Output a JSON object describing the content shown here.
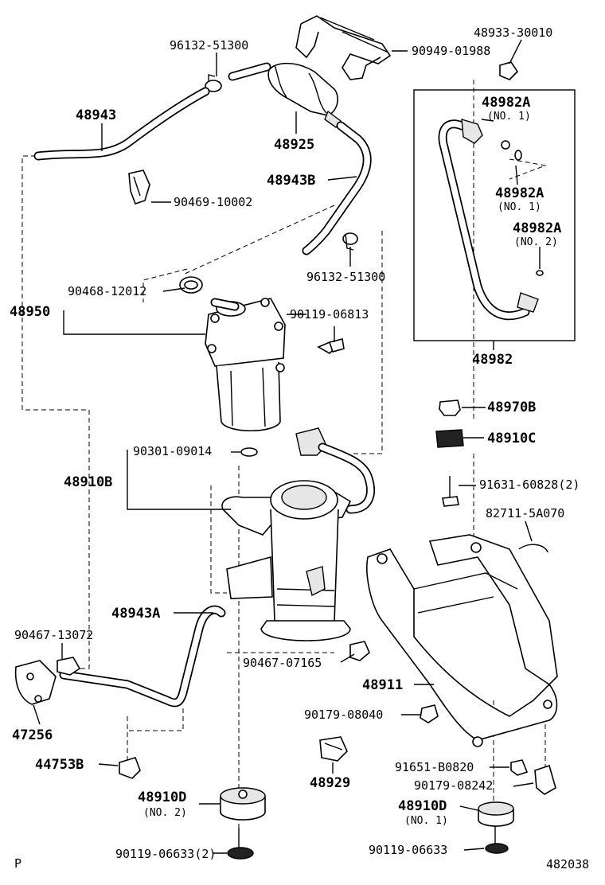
{
  "diagram": {
    "labels": {
      "p96132_51300_top": "96132-51300",
      "p90949_01988": "90949-01988",
      "p48933_30010": "48933-30010",
      "p48943": "48943",
      "p48925": "48925",
      "p48982A_1": "48982A",
      "p48982A_1_no": "(NO. 1)",
      "p48943B": "48943B",
      "p48982A_2": "48982A",
      "p48982A_2_no": "(NO. 1)",
      "p90469_10002": "90469-10002",
      "p48982A_3": "48982A",
      "p48982A_3_no": "(NO. 2)",
      "p96132_51300_mid": "96132-51300",
      "p90468_12012": "90468-12012",
      "p48950": "48950",
      "p90119_06813": "90119-06813",
      "p48982": "48982",
      "p48970B": "48970B",
      "p48910C": "48910C",
      "p90301_09014": "90301-09014",
      "p91631_60828": "91631-60828(2)",
      "p48910B": "48910B",
      "p82711_5A070": "82711-5A070",
      "p48943A": "48943A",
      "p90467_13072": "90467-13072",
      "p90467_07165": "90467-07165",
      "p48911": "48911",
      "p47256": "47256",
      "p90179_08040": "90179-08040",
      "p44753B": "44753B",
      "p48929": "48929",
      "p91651_B0820": "91651-B0820",
      "p90179_08242": "90179-08242",
      "p48910D_2": "48910D",
      "p48910D_2_no": "(NO. 2)",
      "p48910D_1": "48910D",
      "p48910D_1_no": "(NO. 1)",
      "p90119_06633_left": "90119-06633(2)",
      "p90119_06633_right": "90119-06633",
      "corner_p": "P",
      "drawing_no": "482038"
    }
  }
}
